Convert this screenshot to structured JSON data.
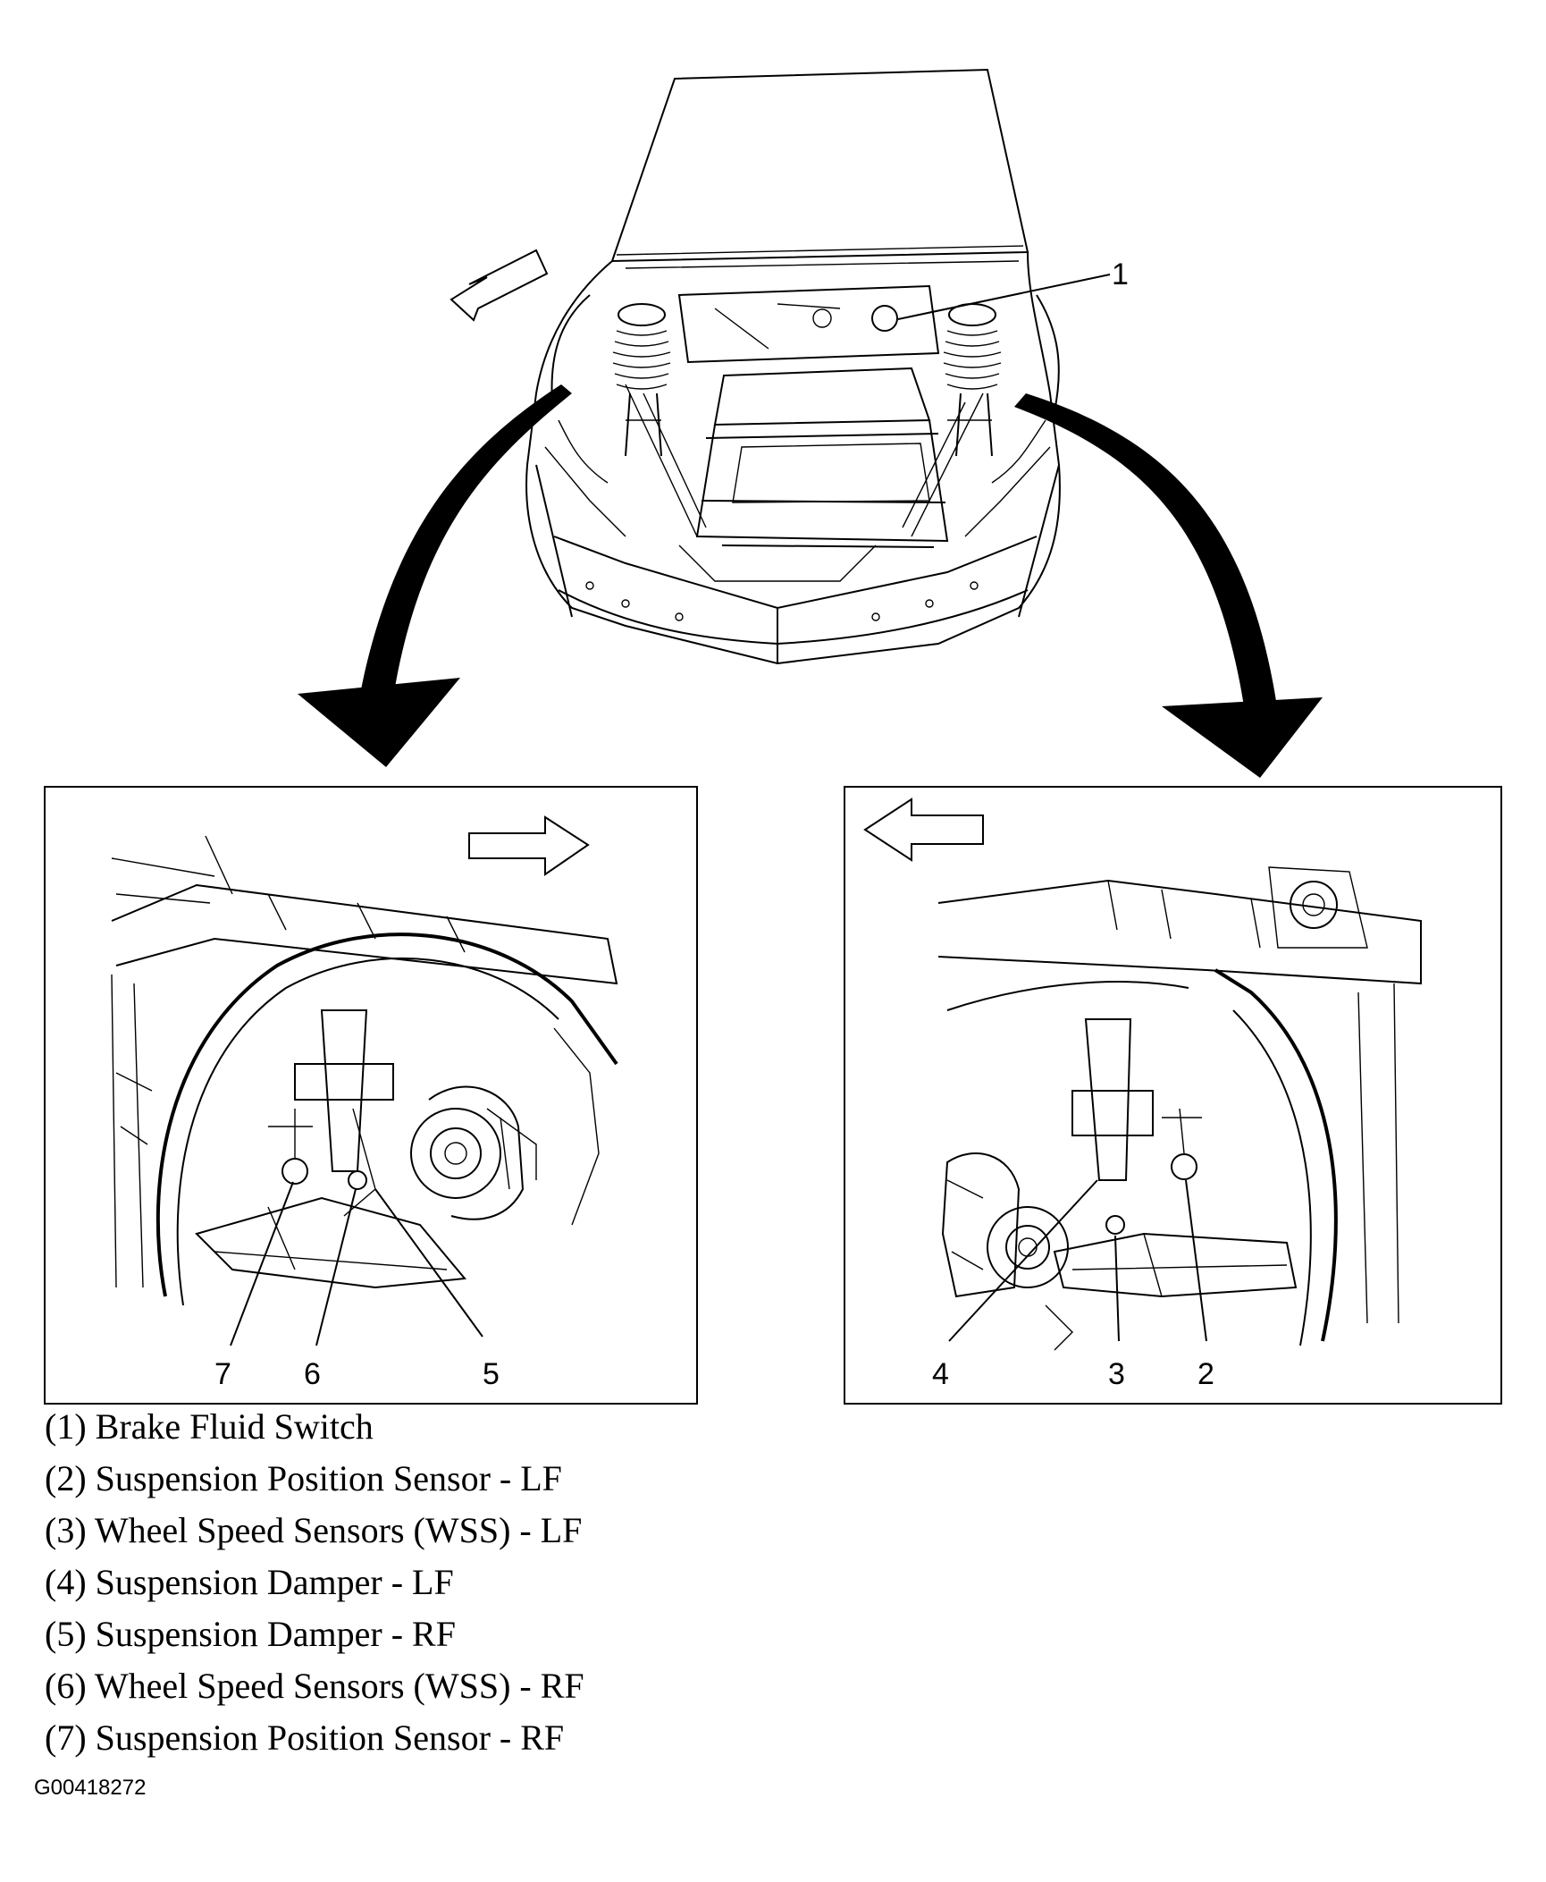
{
  "callouts": {
    "c1": "1",
    "c2": "2",
    "c3": "3",
    "c4": "4",
    "c5": "5",
    "c6": "6",
    "c7": "7"
  },
  "legend": [
    {
      "num": "(1)",
      "text": "Brake Fluid Switch"
    },
    {
      "num": "(2)",
      "text": "Suspension Position Sensor - LF"
    },
    {
      "num": "(3)",
      "text": "Wheel Speed Sensors (WSS) - LF"
    },
    {
      "num": "(4)",
      "text": "Suspension Damper - LF"
    },
    {
      "num": "(5)",
      "text": "Suspension Damper - RF"
    },
    {
      "num": "(6)",
      "text": "Wheel Speed Sensors (WSS) - RF"
    },
    {
      "num": "(7)",
      "text": "Suspension Position Sensor - RF"
    }
  ],
  "figure_id": "G00418272",
  "colors": {
    "ink": "#000000",
    "paper": "#ffffff"
  }
}
